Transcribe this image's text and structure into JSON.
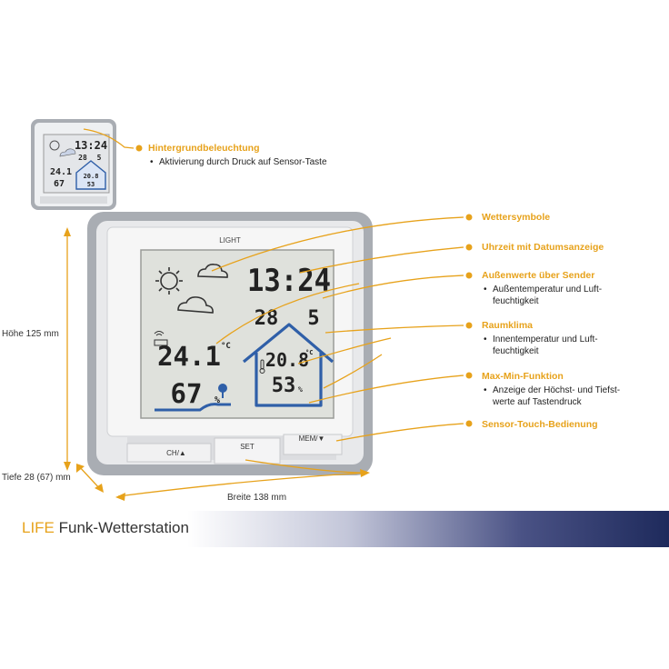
{
  "device": {
    "light_label": "LIGHT",
    "time": "13:24",
    "date_day": "28",
    "date_month": "5",
    "outdoor_temp": "24.1",
    "outdoor_temp_unit": "°C",
    "outdoor_humidity": "67",
    "outdoor_humidity_unit": "%",
    "indoor_temp": "20.8",
    "indoor_temp_unit": "°C",
    "indoor_humidity": "53",
    "indoor_humidity_unit": "%",
    "buttons": [
      {
        "label": "CH/▲"
      },
      {
        "label": "SET"
      },
      {
        "label": "MEM/▼"
      }
    ]
  },
  "thumbnail": {
    "time": "13:24",
    "date_day": "28",
    "date_month": "5",
    "outdoor_temp": "24.1",
    "outdoor_humidity": "67",
    "indoor_temp": "20.8",
    "indoor_humidity": "53"
  },
  "callouts": [
    {
      "title": "Hintergrundbeleuchtung",
      "bullets": [
        "Aktivierung durch Druck auf Sensor-Taste"
      ]
    },
    {
      "title": "Wettersymbole",
      "bullets": []
    },
    {
      "title": "Uhrzeit mit Datumsanzeige",
      "bullets": []
    },
    {
      "title": "Außenwerte über Sender",
      "bullets": [
        "Außentemperatur und Luft-\nfeuchtigkeit"
      ]
    },
    {
      "title": "Raumklima",
      "bullets": [
        "Innentemperatur und Luft-\nfeuchtigkeit"
      ]
    },
    {
      "title": "Max-Min-Funktion",
      "bullets": [
        "Anzeige der Höchst- und Tiefst-\nwerte auf Tastendruck"
      ]
    },
    {
      "title": "Sensor-Touch-Bedienung",
      "bullets": []
    }
  ],
  "dimensions": {
    "height": "Höhe 125 mm",
    "depth": "Tiefe 28 (67) mm",
    "width": "Breite 138 mm"
  },
  "footer": {
    "brand": "LIFE",
    "product": " Funk-Wetterstation"
  },
  "colors": {
    "accent": "#e7a21b",
    "house_blue": "#2f5fa8",
    "footer_navy": "#1e2a5c"
  }
}
